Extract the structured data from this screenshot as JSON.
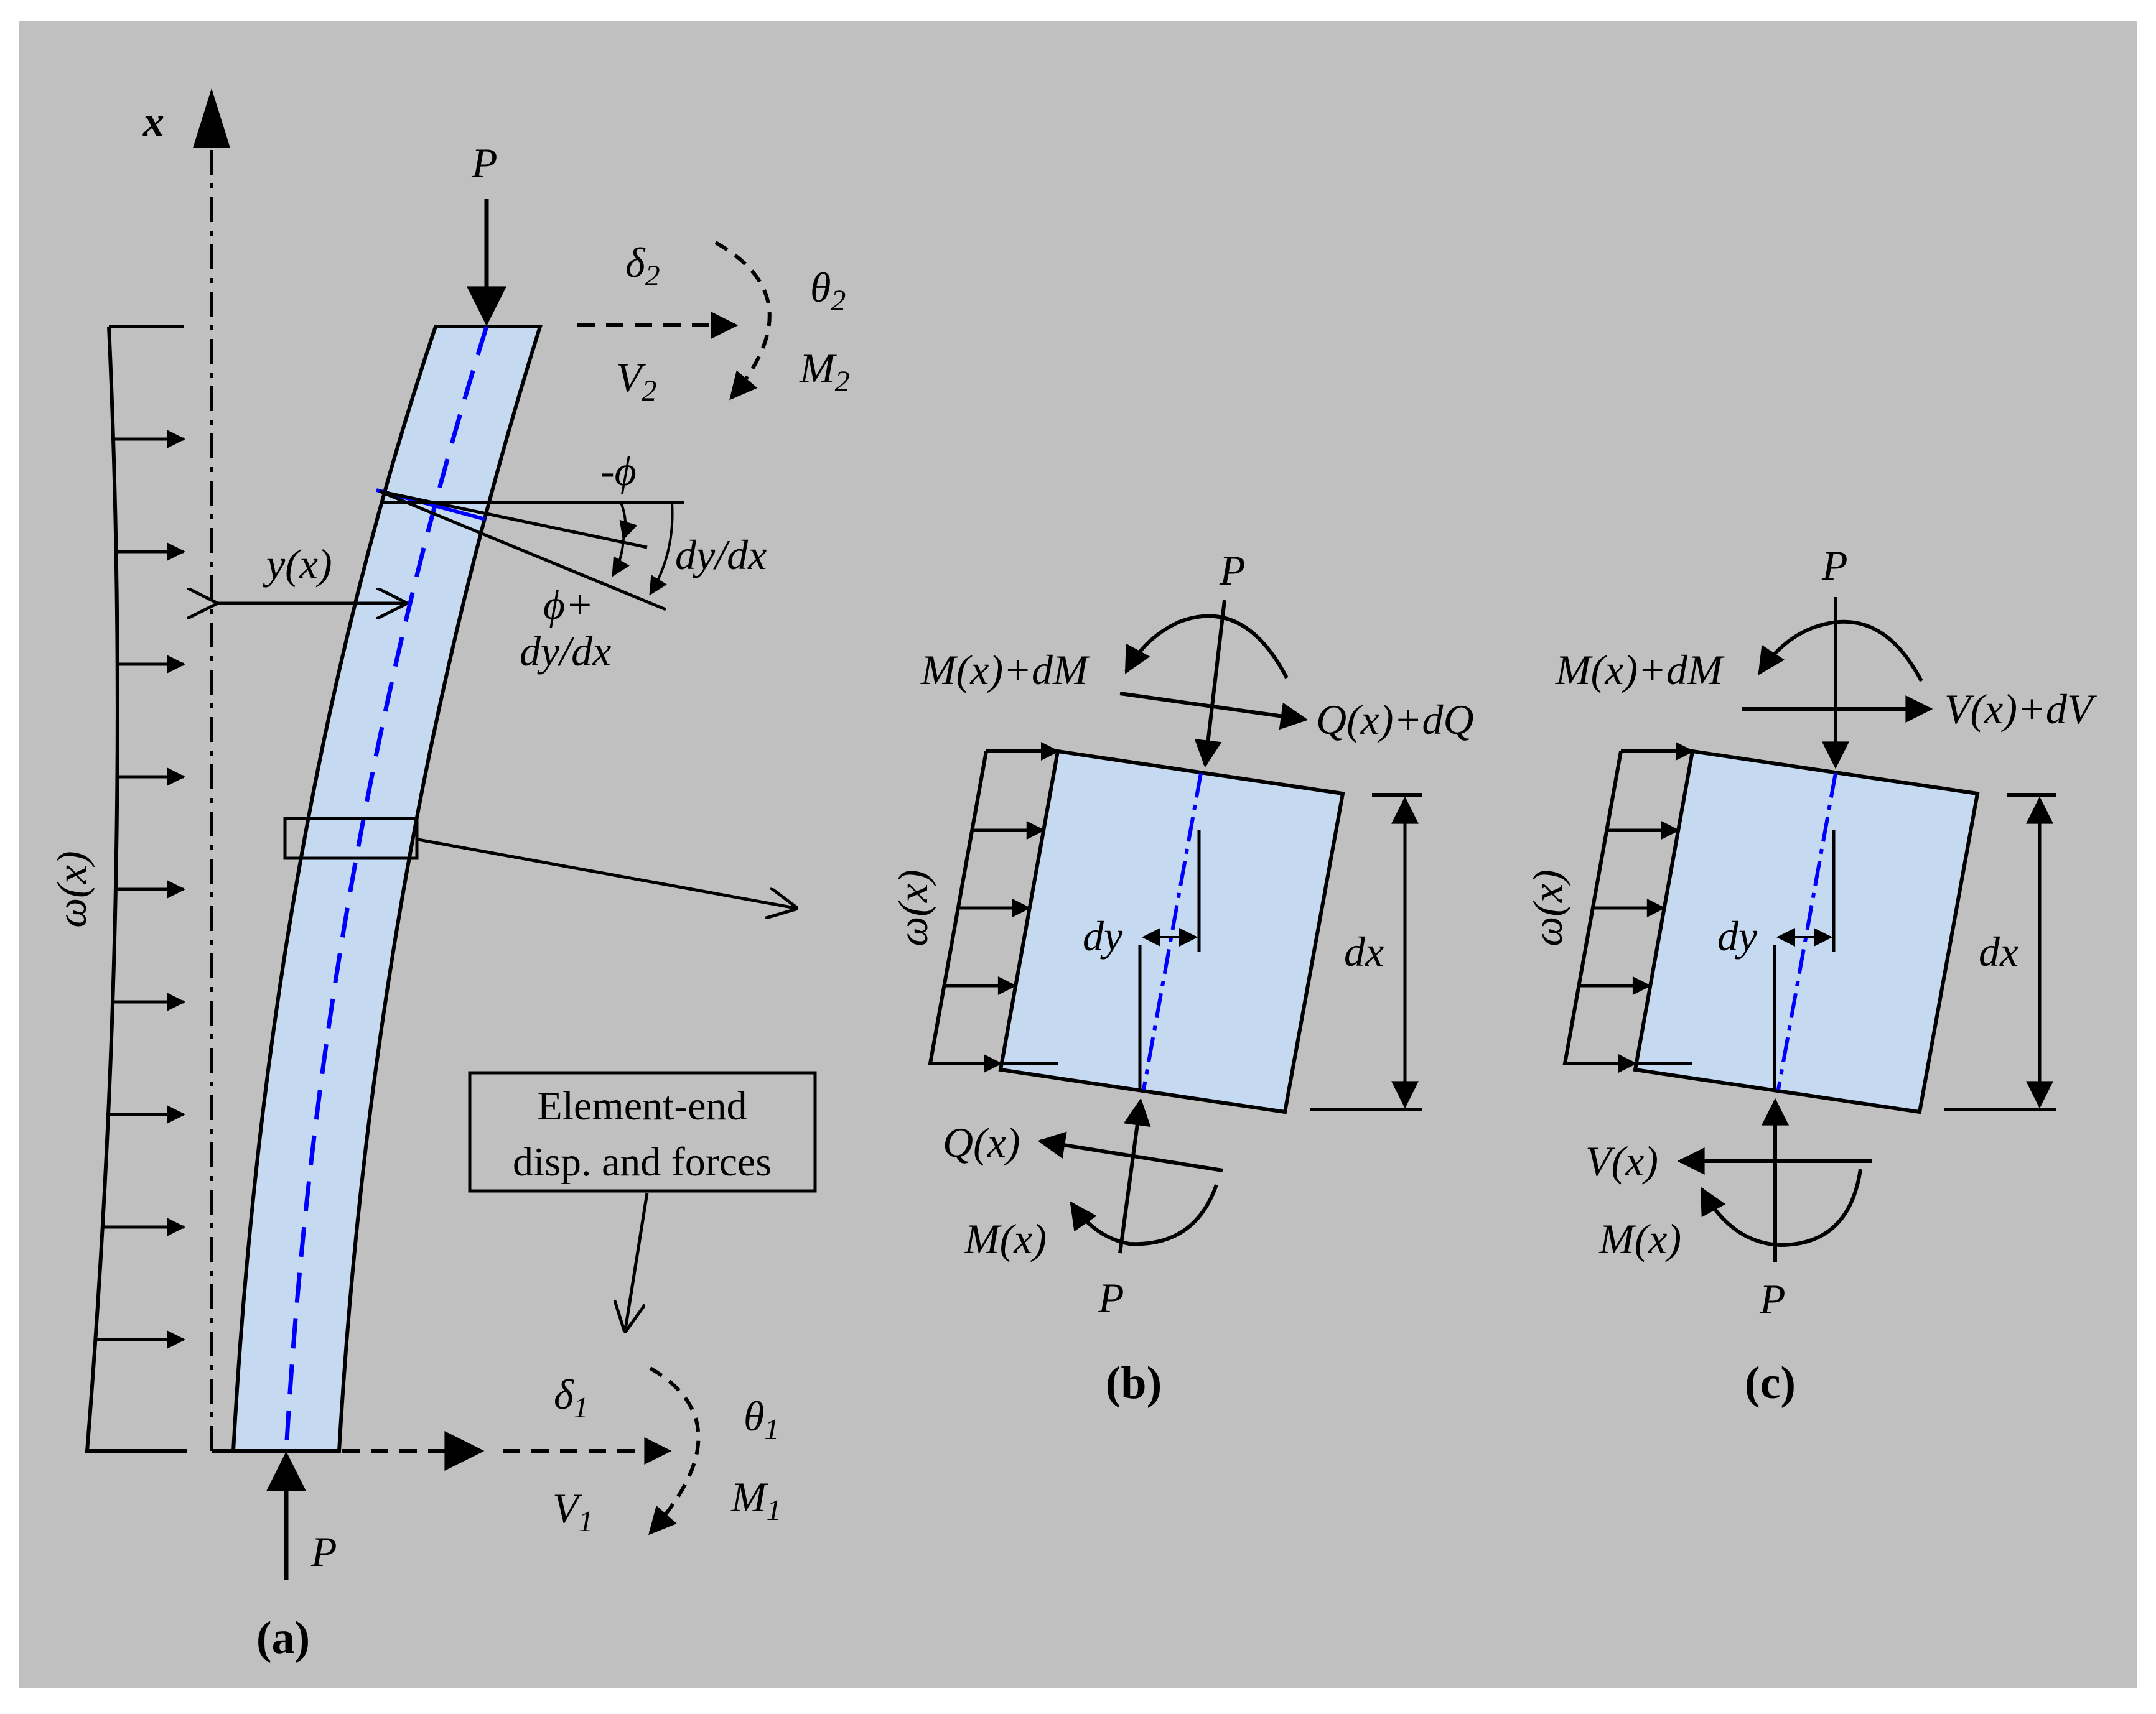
{
  "diagram": {
    "panel_a": {
      "caption": "(a)",
      "axis_x": "x",
      "load": "ω(x)",
      "deflection": "y(x)",
      "top_axial": "P",
      "bottom_axial": "P",
      "delta2": "δ",
      "delta2_sub": "2",
      "theta2": "θ",
      "theta2_sub": "2",
      "v2": "V",
      "v2_sub": "2",
      "m2": "M",
      "m2_sub": "2",
      "delta1": "δ",
      "delta1_sub": "1",
      "theta1": "θ",
      "theta1_sub": "1",
      "v1": "V",
      "v1_sub": "1",
      "m1": "M",
      "m1_sub": "1",
      "neg_phi": "-ϕ",
      "dydx": "dy/dx",
      "phi_plus_line1": "ϕ+",
      "phi_plus_line2": "dy/dx",
      "box_line1": "Element-end",
      "box_line2": "disp. and forces"
    },
    "panel_b": {
      "caption": "(b)",
      "top_p": "P",
      "top_moment": "M(x)+dM",
      "top_shear": "Q(x)+dQ",
      "load": "ω(x)",
      "dy": "dy",
      "dx": "dx",
      "bottom_shear": "Q(x)",
      "bottom_moment": "M(x)",
      "bottom_p": "P"
    },
    "panel_c": {
      "caption": "(c)",
      "top_p": "P",
      "top_moment": "M(x)+dM",
      "top_shear": "V(x)+dV",
      "load": "ω(x)",
      "dy": "dy",
      "dx": "dx",
      "bottom_shear": "V(x)",
      "bottom_moment": "M(x)",
      "bottom_p": "P"
    }
  },
  "colors": {
    "background": "#c0c0c0",
    "member_fill": "#c5d9f1",
    "centerline": "#0000ff"
  }
}
